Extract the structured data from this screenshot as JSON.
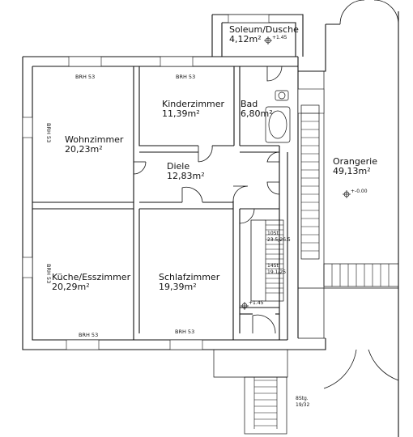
{
  "rooms": {
    "solarium": {
      "name": "Soleum/Dusche",
      "area": "4,12m²",
      "level": "+1.45"
    },
    "living": {
      "name": "Wohnzimmer",
      "area": "20,23m²"
    },
    "children": {
      "name": "Kinderzimmer",
      "area": "11,39m²"
    },
    "bath": {
      "name": "Bad",
      "area": "6,80m²"
    },
    "hall": {
      "name": "Diele",
      "area": "12,83m²"
    },
    "orangery": {
      "name": "Orangerie",
      "area": "49,13m²",
      "level": "+-0.00"
    },
    "kitchen": {
      "name": "Küche/Esszimmer",
      "area": "20,29m²"
    },
    "bedroom": {
      "name": "Schlafzimmer",
      "area": "19,39m²"
    },
    "stairwell": {
      "level": "+1.45"
    }
  },
  "windows": {
    "brh": "BRH 53"
  },
  "stairs": {
    "upper_count": "10St.",
    "upper_dim": "23.5/26.5",
    "lower_count": "14St.",
    "lower_dim": "19.1/25",
    "outside_count": "8Stg.",
    "outside_dim": "19/32"
  }
}
